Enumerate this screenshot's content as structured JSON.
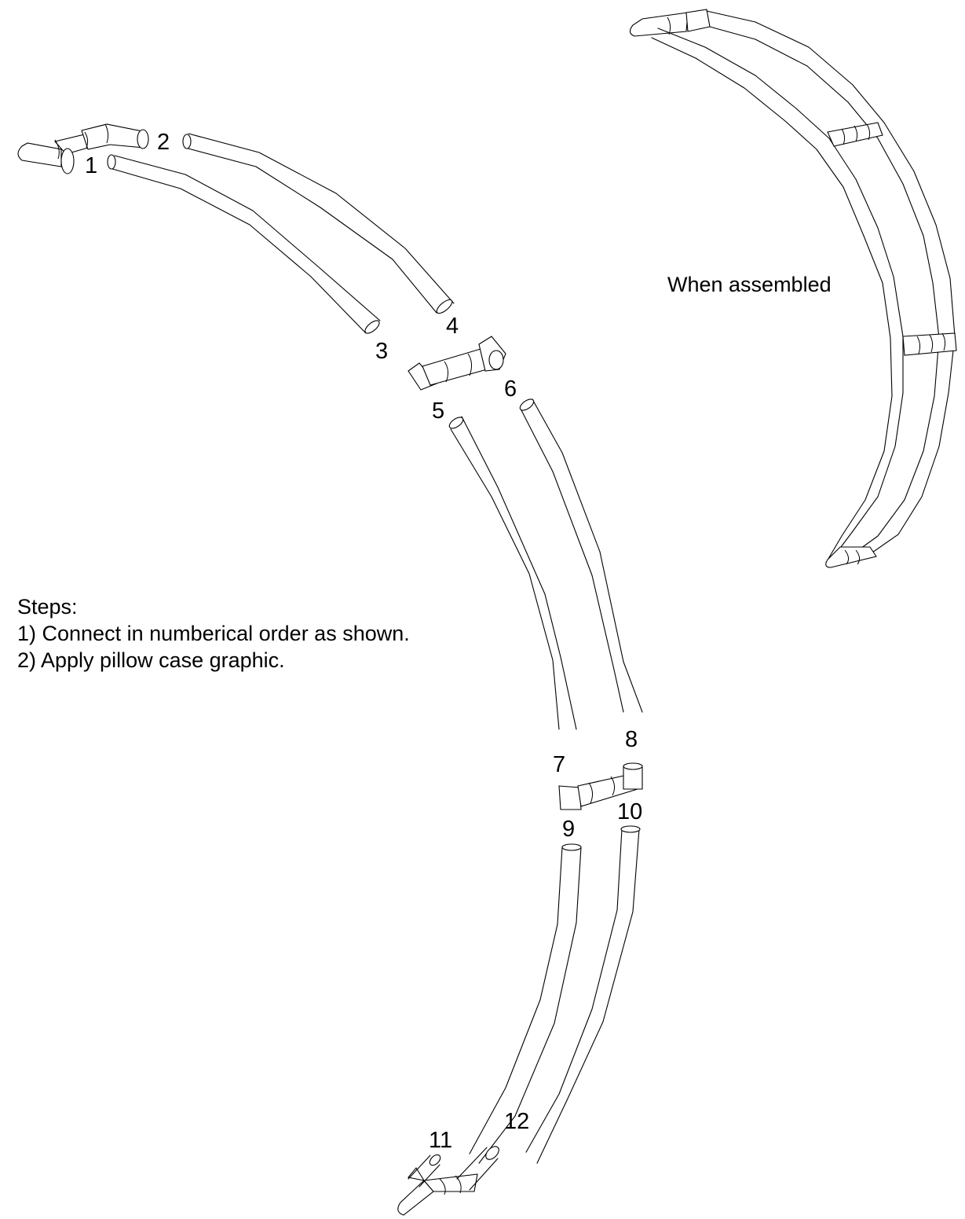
{
  "part_labels": [
    "1",
    "2",
    "3",
    "4",
    "5",
    "6",
    "7",
    "8",
    "9",
    "10",
    "11",
    "12"
  ],
  "assembled_caption": "When assembled",
  "steps": {
    "heading": "Steps:",
    "items": [
      "1) Connect in numberical order as shown.",
      "2) Apply pillow case graphic."
    ]
  }
}
